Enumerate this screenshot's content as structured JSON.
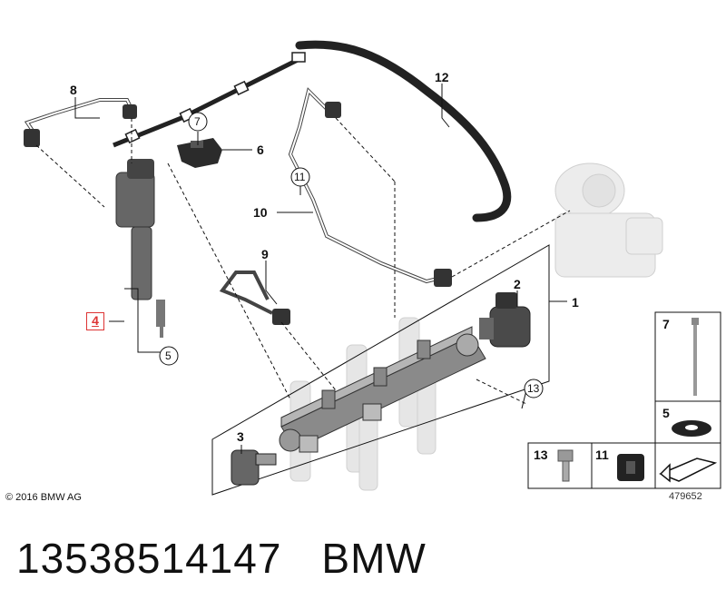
{
  "callouts": {
    "n1": "1",
    "n2": "2",
    "n3": "3",
    "n4": "4",
    "n5": "5",
    "n6": "6",
    "n7": "7",
    "n8": "8",
    "n9": "9",
    "n10": "10",
    "n11": "11",
    "n12": "12",
    "n13": "13"
  },
  "legend": {
    "item7": "7",
    "item5": "5",
    "item13": "13",
    "item11": "11"
  },
  "copyright": "© 2016 BMW AG",
  "reference": "479652",
  "footer": {
    "part_number": "13538514147",
    "brand": "BMW"
  },
  "colors": {
    "highlight": "#dd3333",
    "line": "#111111",
    "ghost": "#d8d8d8"
  }
}
